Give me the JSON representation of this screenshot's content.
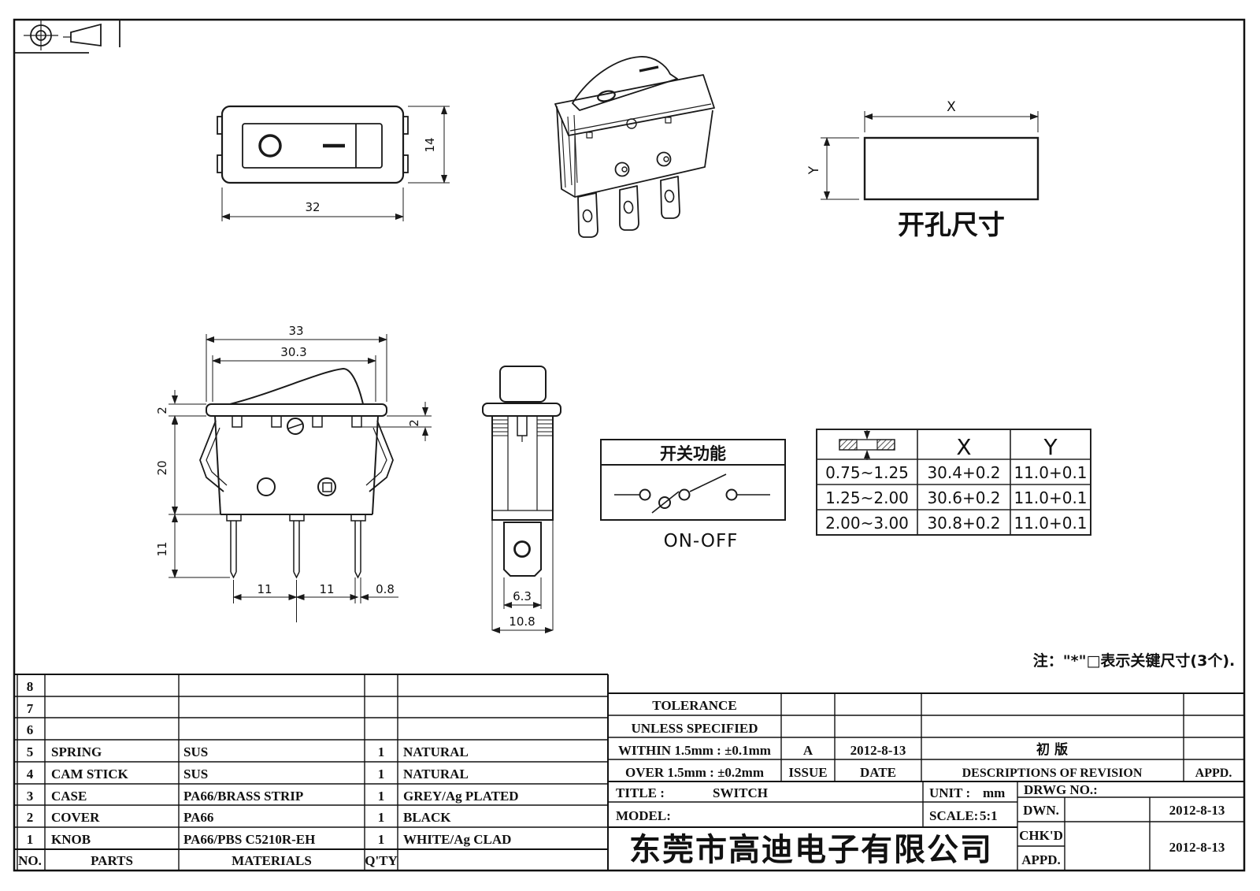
{
  "drawing": {
    "note": "注：\"*\"□表示关键尺寸(3个).",
    "top_view": {
      "width": "32",
      "height": "14"
    },
    "front_view": {
      "overall_width": "33",
      "opening_width": "30.3",
      "bezel_thickness": "2",
      "body_height": "20",
      "pin_length": "11",
      "clip_gap": "2",
      "pitch_left": "11",
      "pitch_right": "11",
      "pin_thickness": "0.8"
    },
    "side_view": {
      "terminal_width": "6.3",
      "body_depth": "10.8"
    },
    "cutout": {
      "x_label": "X",
      "y_label": "Y",
      "caption": "开孔尺寸"
    },
    "function_box": {
      "title": "开关功能",
      "caption": "ON-OFF"
    }
  },
  "xy_table": {
    "col_x": "X",
    "col_y": "Y",
    "rows": [
      {
        "panel": "0.75~1.25",
        "x": "30.4+0.2",
        "y": "11.0+0.1"
      },
      {
        "panel": "1.25~2.00",
        "x": "30.6+0.2",
        "y": "11.0+0.1"
      },
      {
        "panel": "2.00~3.00",
        "x": "30.8+0.2",
        "y": "11.0+0.1"
      }
    ]
  },
  "parts_table": {
    "header": {
      "no": "NO.",
      "parts": "PARTS",
      "materials": "MATERIALS",
      "qty": "Q'TY"
    },
    "rows": [
      {
        "no": "8",
        "part": "",
        "material": "",
        "qty": "",
        "color": ""
      },
      {
        "no": "7",
        "part": "",
        "material": "",
        "qty": "",
        "color": ""
      },
      {
        "no": "6",
        "part": "",
        "material": "",
        "qty": "",
        "color": ""
      },
      {
        "no": "5",
        "part": "SPRING",
        "material": "SUS",
        "qty": "1",
        "color": "NATURAL"
      },
      {
        "no": "4",
        "part": "CAM STICK",
        "material": "SUS",
        "qty": "1",
        "color": "NATURAL"
      },
      {
        "no": "3",
        "part": "CASE",
        "material": "PA66/BRASS STRIP",
        "qty": "1",
        "color": "GREY/Ag PLATED"
      },
      {
        "no": "2",
        "part": "COVER",
        "material": "PA66",
        "qty": "1",
        "color": "BLACK"
      },
      {
        "no": "1",
        "part": "KNOB",
        "material": "PA66/PBS C5210R-EH",
        "qty": "1",
        "color": "WHITE/Ag CLAD"
      }
    ]
  },
  "revision_block": {
    "tolerance_line1": "TOLERANCE",
    "tolerance_line2": "UNLESS SPECIFIED",
    "within": "WITHIN 1.5mm : ±0.1mm",
    "over": "OVER 1.5mm : ±0.2mm",
    "issue_value": "A",
    "issue_label": "ISSUE",
    "date_value": "2012-8-13",
    "date_label": "DATE",
    "revision_value": "初 版",
    "descriptions_label": "DESCRIPTIONS OF REVISION",
    "appd_label": "APPD."
  },
  "title_block": {
    "title_label": "TITLE :",
    "title_value": "SWITCH",
    "unit_label": "UNIT :",
    "unit_value": "mm",
    "drwg_label": "DRWG NO.:",
    "model_label": "MODEL:",
    "scale_label": "SCALE:",
    "scale_value": "5:1",
    "dwn_label": "DWN.",
    "dwn_date": "2012-8-13",
    "chkd_label": "CHK'D",
    "chkd_appd_date": "2012-8-13",
    "appd_label": "APPD.",
    "company": "东莞市高迪电子有限公司"
  }
}
